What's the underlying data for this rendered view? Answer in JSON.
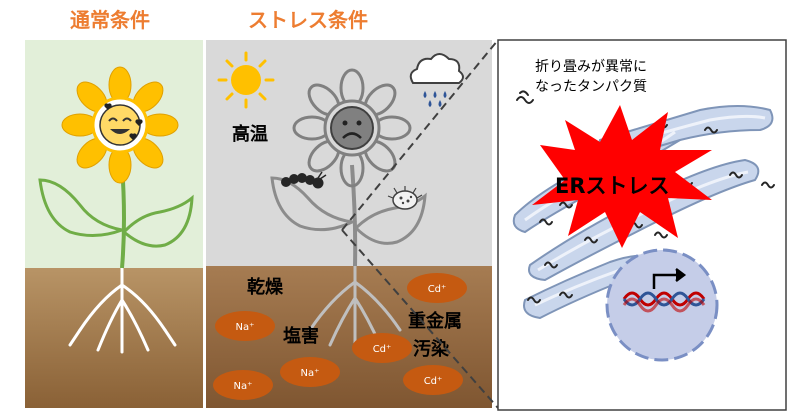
{
  "headings": {
    "normal": "通常条件",
    "stress": "ストレス条件"
  },
  "stress_labels": {
    "heat": "高温",
    "drought": "乾燥",
    "salt": "塩害",
    "metal_line1": "重金属",
    "metal_line2": "汚染"
  },
  "ions": [
    {
      "text": "Na⁺"
    },
    {
      "text": "Na⁺"
    },
    {
      "text": "Na⁺"
    },
    {
      "text": "Cd⁺"
    },
    {
      "text": "Cd⁺"
    },
    {
      "text": "Cd⁺"
    }
  ],
  "cell_panel": {
    "misfolded_line1": "折り畳みが異常に",
    "misfolded_line2": "なったタンパク質",
    "burst_label": "ERストレス"
  },
  "icons": [
    "sun-icon",
    "rain-cloud-icon",
    "caterpillar-icon",
    "fungus-spore-icon",
    "happy-face-icon",
    "sad-face-icon",
    "dna-icon",
    "arrow-icon"
  ],
  "colors": {
    "heading": "#ed7d31",
    "normal_sky": "#e2efd9",
    "stress_sky": "#d9d9d9",
    "soil": "#a67c52",
    "ion": "#c55a11",
    "burst": "#ff0000",
    "er": "#9db3d6",
    "nucleus": "#c5cde8"
  }
}
